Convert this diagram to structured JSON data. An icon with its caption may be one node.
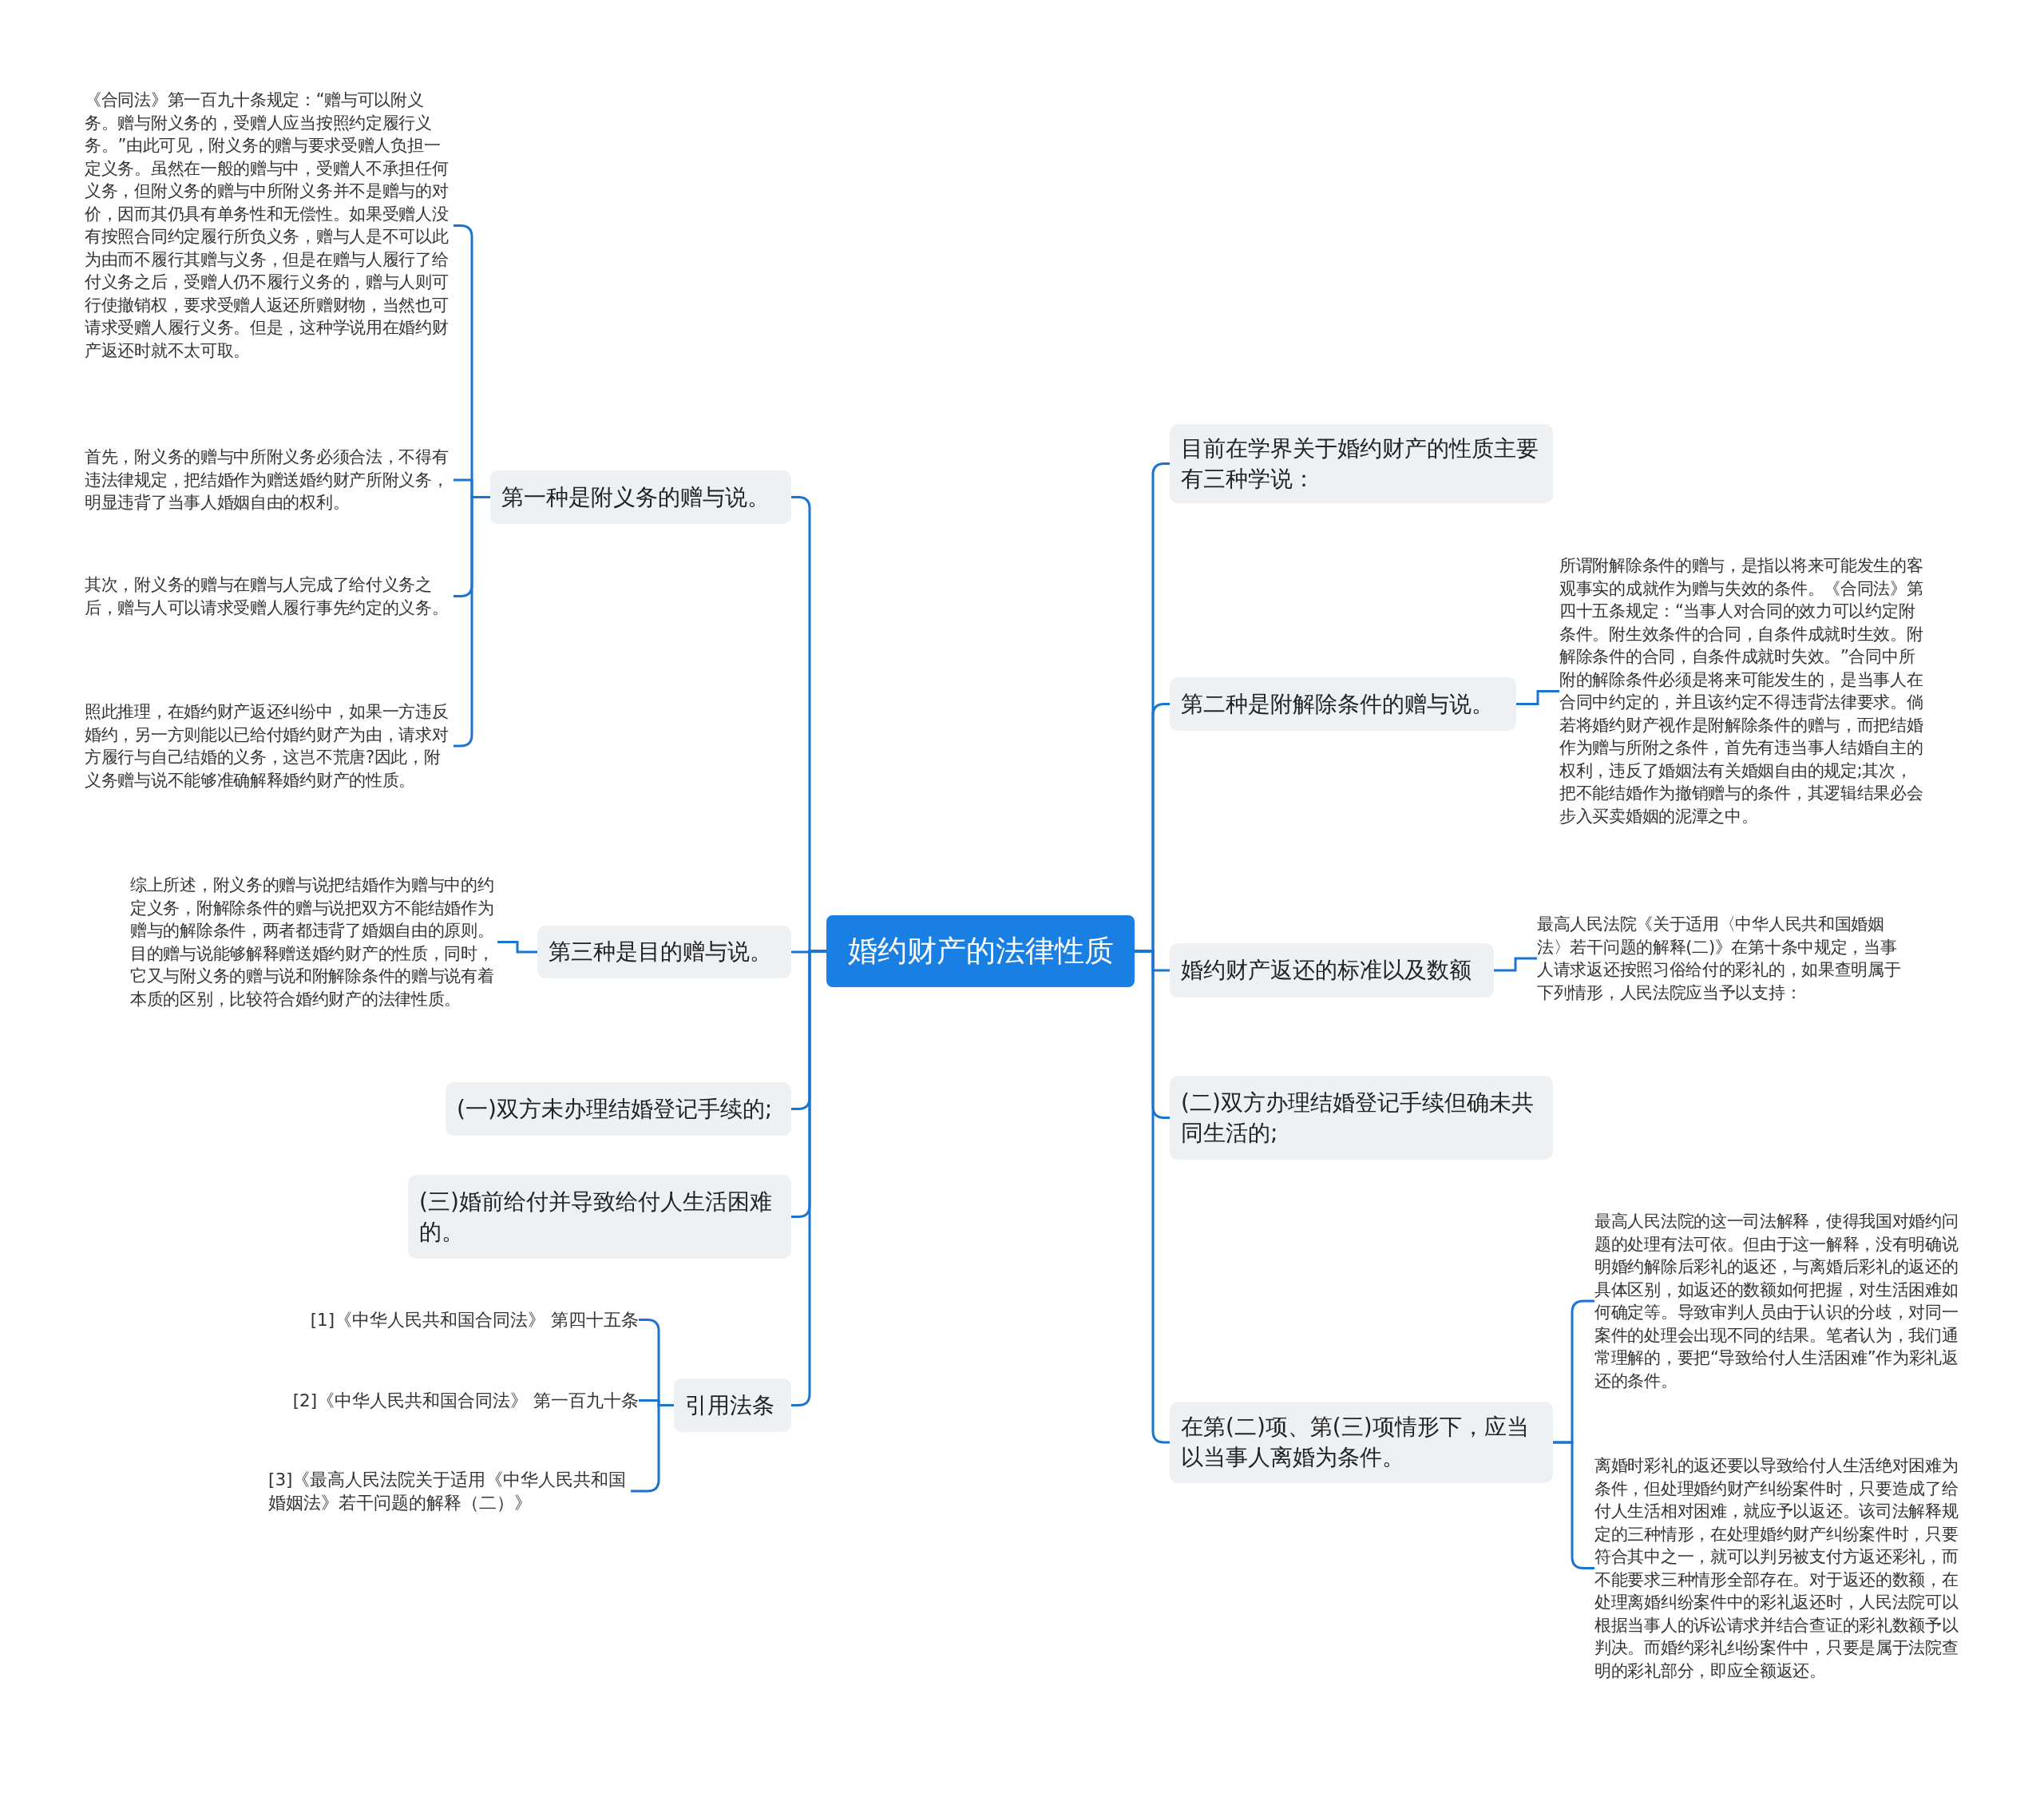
{
  "diagram": {
    "nodes": [
      {
        "text": [
          "婚约财产的法律性质"
        ]
      },
      {
        "text": [
          "第一种是附义务的赠与说。"
        ]
      },
      {
        "text": [
          "《合同法》第一百九十条规定：“赠与可以附义务。赠与附义务的，受赠人应当按照约定履行义务。”由此可见，附义务的赠与要求受赠人负担一定义务。虽然在一般的赠与中，受赠人不承担任何义务，但附义务的赠与中所附义务并不是赠与的对价，因而其仍具有单务性和无偿性。如果受赠人没有按照合同约定履行所负义务，赠与人是不可以此为由而不履行其赠与义务，但是在赠与人履行了给付义务之后，受赠人仍不履行义务的，赠与人则可行使撤销权，要求受赠人返还所赠财物，当然也可请求受赠人履行义务。但是，这种学说用在婚约财产返还时就不太可取。"
        ]
      },
      {
        "text": [
          "首先，附义务的赠与中所附义务必须合法，不得有违法律规定，把结婚作为赠送婚约财产所附义务，明显违背了当事人婚姻自由的权利。"
        ]
      },
      {
        "text": [
          "其次，附义务的赠与在赠与人完成了给付义务之后，赠与人可以请求受赠人履行事先约定的义务。"
        ]
      },
      {
        "text": [
          "照此推理，在婚约财产返还纠纷中，如果一方违反婚约，另一方则能以已给付婚约财产为由，请求对方履行与自己结婚的义务，这岂不荒唐?因此，附义务赠与说不能够准确解释婚约财产的性质。"
        ]
      },
      {
        "text": [
          "第三种是目的赠与说。"
        ]
      },
      {
        "text": [
          "综上所述，附义务的赠与说把结婚作为赠与中的约定义务，附解除条件的赠与说把双方不能结婚作为赠与的解除条件，两者都违背了婚姻自由的原则。目的赠与说能够解释赠送婚约财产的性质，同时，它又与附义务的赠与说和附解除条件的赠与说有着本质的区别，比较符合婚约财产的法律性质。"
        ]
      },
      {
        "text": [
          "(一)双方未办理结婚登记手续的;"
        ]
      },
      {
        "text": [
          "(三)婚前给付并导致给付人生活困难的。"
        ]
      },
      {
        "text": [
          "引用法条"
        ]
      },
      {
        "text": [
          "[1]《中华人民共和国合同法》 第四十五条"
        ]
      },
      {
        "text": [
          "[2]《中华人民共和国合同法》 第一百九十条"
        ]
      },
      {
        "text": [
          "[3]《最高人民法院关于适用《中华人民共和国婚姻法》若干问题的解释（二）》"
        ]
      },
      {
        "text": [
          "目前在学界关于婚约财产的性质主要有三种学说："
        ]
      },
      {
        "text": [
          "第二种是附解除条件的赠与说。"
        ]
      },
      {
        "text": [
          "所谓附解除条件的赠与，是指以将来可能发生的客观事实的成就作为赠与失效的条件。《合同法》第四十五条规定：“当事人对合同的效力可以约定附条件。附生效条件的合同，自条件成就时生效。附解除条件的合同，自条件成就时失效。”合同中所附的解除条件必须是将来可能发生的，是当事人在合同中约定的，并且该约定不得违背法律要求。倘若将婚约财产视作是附解除条件的赠与，而把结婚作为赠与所附之条件，首先有违当事人结婚自主的权利，违反了婚姻法有关婚姻自由的规定;其次，把不能结婚作为撤销赠与的条件，其逻辑结果必会步入买卖婚姻的泥潭之中。"
        ]
      },
      {
        "text": [
          "婚约财产返还的标准以及数额"
        ]
      },
      {
        "text": [
          "最高人民法院《关于适用〈中华人民共和国婚姻法〉若干问题的解释(二)》在第十条中规定，当事人请求返还按照习俗给付的彩礼的，如果查明属于下列情形，人民法院应当予以支持："
        ]
      },
      {
        "text": [
          "(二)双方办理结婚登记手续但确未共同生活的;"
        ]
      },
      {
        "text": [
          "在第(二)项、第(三)项情形下，应当以当事人离婚为条件。"
        ]
      },
      {
        "text": [
          "最高人民法院的这一司法解释，使得我国对婚约问题的处理有法可依。但由于这一解释，没有明确说明婚约解除后彩礼的返还，与离婚后彩礼的返还的具体区别，如返还的数额如何把握，对生活困难如何确定等。导致审判人员由于认识的分歧，对同一案件的处理会出现不同的结果。笔者认为，我们通常理解的，要把“导致给付人生活困难”作为彩礼返还的条件。"
        ]
      },
      {
        "text": [
          "离婚时彩礼的返还要以导致给付人生活绝对困难为条件，但处理婚约财产纠纷案件时，只要造成了给付人生活相对困难，就应予以返还。该司法解释规定的三种情形，在处理婚约财产纠纷案件时，只要符合其中之一，就可以判另被支付方返还彩礼，而不能要求三种情形全部存在。对于返还的数额，在处理离婚纠纷案件中的彩礼返还时，人民法院可以根据当事人的诉讼请求并结合查证的彩礼数额予以判决。而婚约彩礼纠纷案件中，只要是属于法院查明的彩礼部分，即应全额返还。"
        ]
      }
    ],
    "edges": [
      {
        "from": 0,
        "to": 1,
        "arrow": "none"
      },
      {
        "from": 1,
        "to": 2,
        "arrow": "none"
      },
      {
        "from": 1,
        "to": 3,
        "arrow": "none"
      },
      {
        "from": 1,
        "to": 4,
        "arrow": "none"
      },
      {
        "from": 1,
        "to": 5,
        "arrow": "none"
      },
      {
        "from": 0,
        "to": 6,
        "arrow": "none"
      },
      {
        "from": 6,
        "to": 7,
        "arrow": "none"
      },
      {
        "from": 0,
        "to": 8,
        "arrow": "none"
      },
      {
        "from": 0,
        "to": 9,
        "arrow": "none"
      },
      {
        "from": 0,
        "to": 10,
        "arrow": "none"
      },
      {
        "from": 10,
        "to": 11,
        "arrow": "none"
      },
      {
        "from": 10,
        "to": 12,
        "arrow": "none"
      },
      {
        "from": 10,
        "to": 13,
        "arrow": "none"
      },
      {
        "from": 0,
        "to": 14,
        "arrow": "none"
      },
      {
        "from": 0,
        "to": 15,
        "arrow": "none"
      },
      {
        "from": 15,
        "to": 16,
        "arrow": "none"
      },
      {
        "from": 0,
        "to": 17,
        "arrow": "none"
      },
      {
        "from": 17,
        "to": 18,
        "arrow": "none"
      },
      {
        "from": 0,
        "to": 19,
        "arrow": "none"
      },
      {
        "from": 0,
        "to": 20,
        "arrow": "none"
      },
      {
        "from": 20,
        "to": 21,
        "arrow": "none"
      },
      {
        "from": 20,
        "to": 22,
        "arrow": "none"
      }
    ]
  }
}
